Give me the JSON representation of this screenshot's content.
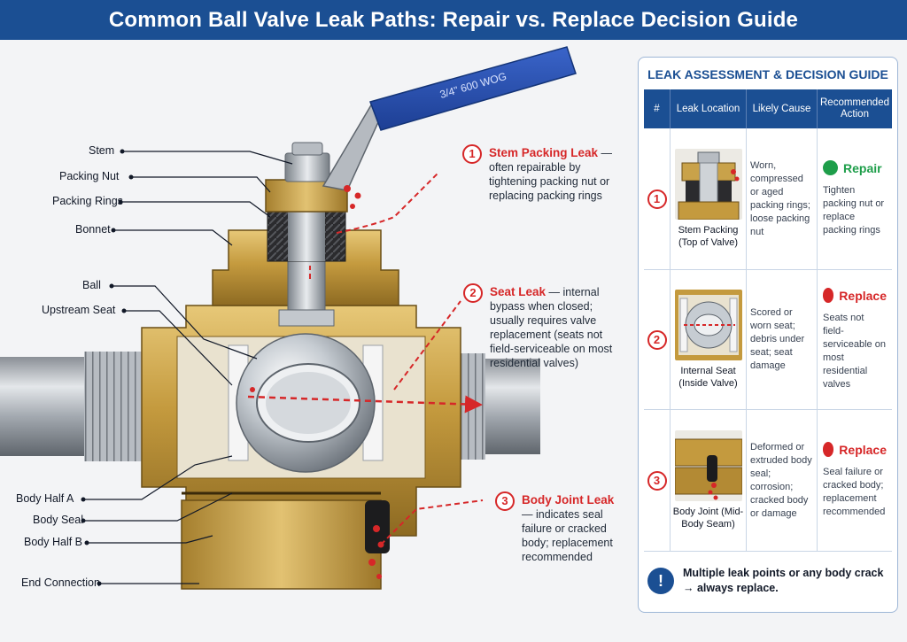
{
  "title": "Common Ball Valve Leak Paths: Repair vs. Replace Decision Guide",
  "handle_text": "3/4\" 600 WOG",
  "part_labels": {
    "stem": "Stem",
    "packing_nut": "Packing Nut",
    "packing_rings": "Packing Rings",
    "bonnet": "Bonnet",
    "ball": "Ball",
    "upstream_seat": "Upstream Seat",
    "body_half_a": "Body Half A",
    "body_seal": "Body Seal",
    "body_half_b": "Body Half B",
    "end_connection": "End Connection"
  },
  "callouts": [
    {
      "num": "1",
      "title": "Stem Packing Leak",
      "text": " — often repairable by tightening packing nut or replacing packing rings"
    },
    {
      "num": "2",
      "title": "Seat Leak",
      "text": " — internal bypass when closed; usually requires valve replacement (seats not field-serviceable on most residential valves)"
    },
    {
      "num": "3",
      "title": "Body Joint Leak",
      "text": " — indicates seal failure or cracked body; replacement recommended"
    }
  ],
  "guide": {
    "title": "LEAK ASSESSMENT & DECISION GUIDE",
    "headers": [
      "#",
      "Leak Location",
      "Likely Cause",
      "Recommended Action"
    ],
    "rows": [
      {
        "num": "1",
        "location": "Stem Packing (Top of Valve)",
        "cause": "Worn, compressed or aged packing rings; loose packing nut",
        "action": "Repair",
        "action_color": "#1e9e4a",
        "note": "Tighten packing nut or replace packing rings"
      },
      {
        "num": "2",
        "location": "Internal Seat (Inside Valve)",
        "cause": "Scored or worn seat; debris under seat; seat damage",
        "action": "Replace",
        "action_color": "#d62728",
        "note": "Seats not field-serviceable on most residential valves"
      },
      {
        "num": "3",
        "location": "Body Joint (Mid-Body Seam)",
        "cause": "Deformed or extruded body seal; corrosion; cracked body or damage",
        "action": "Replace",
        "action_color": "#d62728",
        "note": "Seal failure or cracked body; replacement recommended"
      }
    ],
    "footer_note": "Multiple leak points or any body crack → always replace."
  },
  "colors": {
    "brand_blue": "#1b4f93",
    "leak_red": "#d62728",
    "repair_green": "#1e9e4a",
    "brass": "#c9a24a"
  }
}
